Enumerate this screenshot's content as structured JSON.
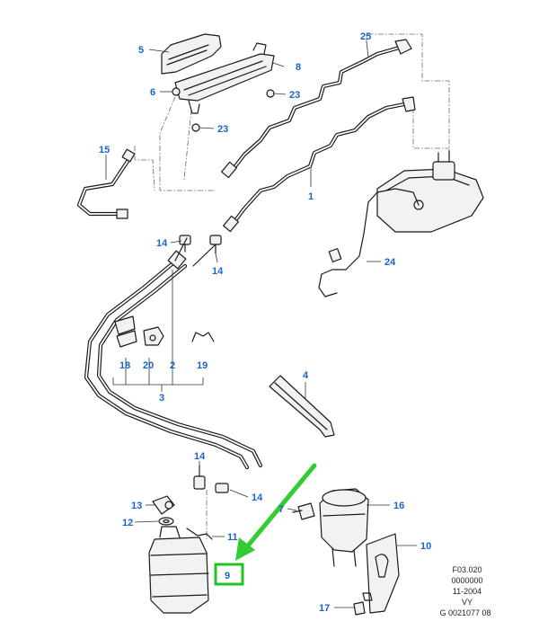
{
  "diagram": {
    "callouts": [
      {
        "id": "c5",
        "text": "5"
      },
      {
        "id": "c8",
        "text": "8"
      },
      {
        "id": "c6",
        "text": "6"
      },
      {
        "id": "c23a",
        "text": "23"
      },
      {
        "id": "c23b",
        "text": "23"
      },
      {
        "id": "c25",
        "text": "25"
      },
      {
        "id": "c15",
        "text": "15"
      },
      {
        "id": "c1",
        "text": "1"
      },
      {
        "id": "c14a",
        "text": "14"
      },
      {
        "id": "c14b",
        "text": "14"
      },
      {
        "id": "c24",
        "text": "24"
      },
      {
        "id": "c18",
        "text": "18"
      },
      {
        "id": "c20",
        "text": "20"
      },
      {
        "id": "c2",
        "text": "2"
      },
      {
        "id": "c19",
        "text": "19"
      },
      {
        "id": "c3",
        "text": "3"
      },
      {
        "id": "c4",
        "text": "4"
      },
      {
        "id": "c14c",
        "text": "14"
      },
      {
        "id": "c14d",
        "text": "14"
      },
      {
        "id": "c13",
        "text": "13"
      },
      {
        "id": "c7",
        "text": "7"
      },
      {
        "id": "c16",
        "text": "16"
      },
      {
        "id": "c12",
        "text": "12"
      },
      {
        "id": "c11",
        "text": "11"
      },
      {
        "id": "c10",
        "text": "10"
      },
      {
        "id": "c9",
        "text": "9"
      },
      {
        "id": "c17",
        "text": "17"
      }
    ],
    "reference_block": {
      "line1": "F03.020",
      "line2": "0000000",
      "line3": "11-2004",
      "line4": "VY",
      "line5": "G 0021077 08"
    },
    "colors": {
      "callout_text": "#1a63c9",
      "highlight_box": "#22c422",
      "arrow": "#33cc33",
      "line_art": "#1a1a1a"
    }
  }
}
